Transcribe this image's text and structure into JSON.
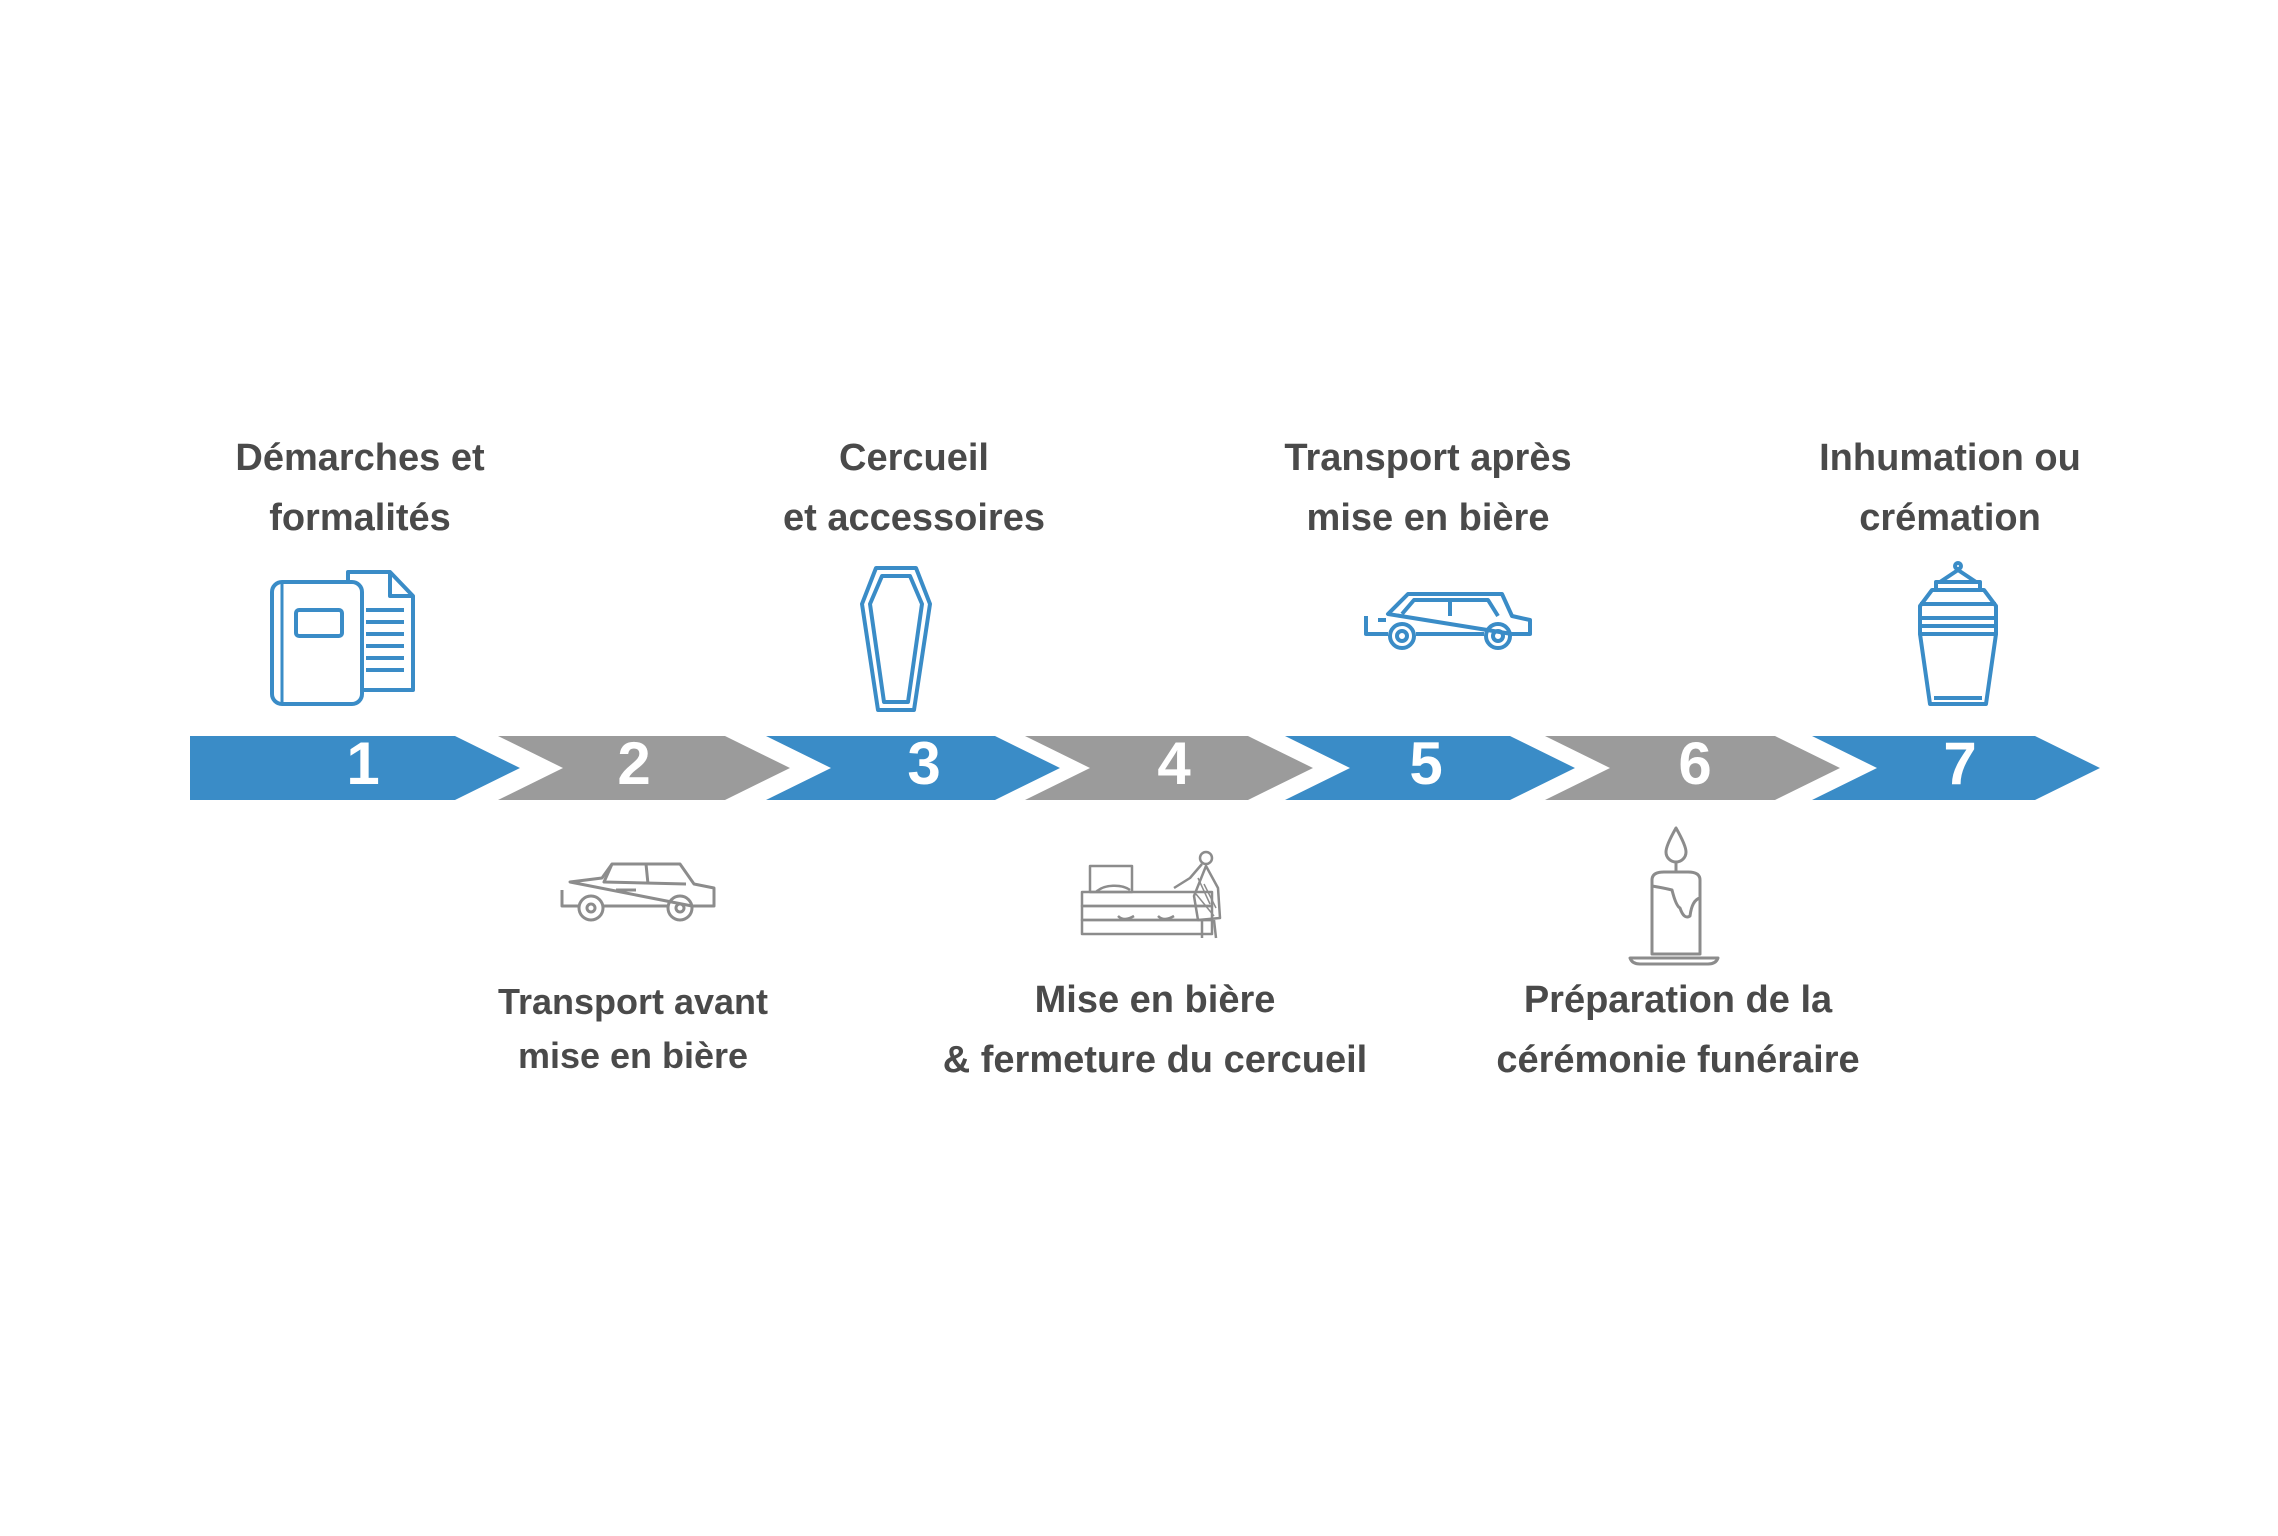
{
  "colors": {
    "blue": "#3a8cc7",
    "gray": "#9b9b9b",
    "text": "#4a4a4a"
  },
  "steps": [
    {
      "number": "1",
      "line1": "Démarches et",
      "line2": "formalités",
      "icon": "documents-icon",
      "color": "blue"
    },
    {
      "number": "2",
      "line1": "Transport avant",
      "line2": "mise en bière",
      "icon": "suv-icon",
      "color": "gray"
    },
    {
      "number": "3",
      "line1": "Cercueil",
      "line2": "et accessoires",
      "icon": "coffin-icon",
      "color": "blue"
    },
    {
      "number": "4",
      "line1": "Mise en bière",
      "line2": "& fermeture du cercueil",
      "icon": "casket-mourner-icon",
      "color": "gray"
    },
    {
      "number": "5",
      "line1": "Transport après",
      "line2": "mise en bière",
      "icon": "hearse-icon",
      "color": "blue"
    },
    {
      "number": "6",
      "line1": "Préparation de la",
      "line2": "cérémonie funéraire",
      "icon": "candle-icon",
      "color": "gray"
    },
    {
      "number": "7",
      "line1": "Inhumation ou",
      "line2": "crémation",
      "icon": "urn-icon",
      "color": "blue"
    }
  ]
}
